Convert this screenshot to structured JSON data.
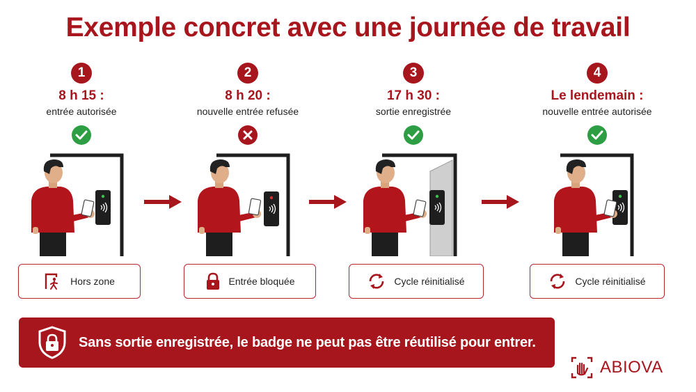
{
  "title": "Exemple concret avec une journée de travail",
  "colors": {
    "brand": "#a8161d",
    "success": "#2e9e44",
    "error": "#a8161d"
  },
  "steps": [
    {
      "number": "1",
      "time": "8 h 15 :",
      "description": "entrée autorisée",
      "status_icon": "check-icon",
      "status_label": "Hors zone",
      "box_icon": "exit-zone-icon"
    },
    {
      "number": "2",
      "time": "8 h 20 :",
      "description": "nouvelle entrée refusée",
      "status_icon": "cross-icon",
      "status_label": "Entrée bloquée",
      "box_icon": "lock-icon"
    },
    {
      "number": "3",
      "time": "17 h 30 :",
      "description": "sortie enregistrée",
      "status_icon": "check-icon",
      "status_label": "Cycle réinitialisé",
      "box_icon": "refresh-icon"
    },
    {
      "number": "4",
      "time": "Le lendemain :",
      "description": "nouvelle entrée autorisée",
      "status_icon": "check-icon",
      "status_label": "Cycle réinitialisé",
      "box_icon": "refresh-icon"
    }
  ],
  "banner": {
    "text": "Sans sortie enregistrée, le badge ne peut pas être réutilisé pour entrer.",
    "icon": "shield-lock-icon"
  },
  "logo": {
    "text": "ABIOVA",
    "icon": "abiova-hand-icon"
  }
}
